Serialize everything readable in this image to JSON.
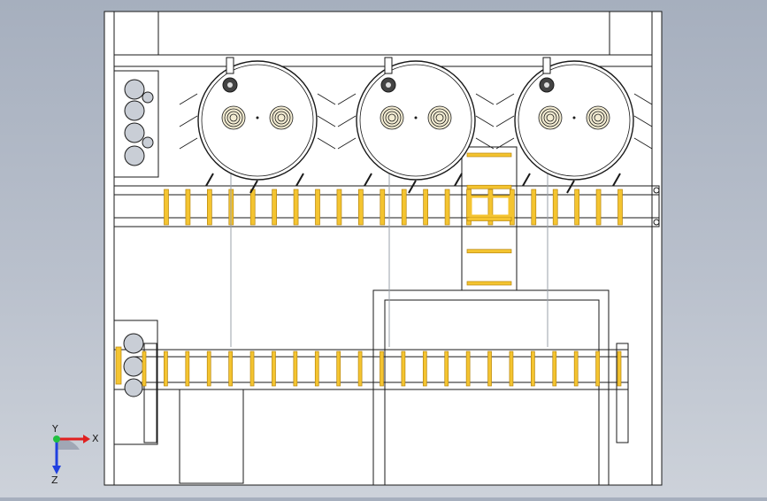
{
  "viewport": {
    "background_top": "#a6afbe",
    "background_bottom": "#cdd2da",
    "sheet_color": "#ffffff",
    "line_color": "#1a1a1a",
    "roller_color": "#f4c430",
    "roller_edge": "#b8860b",
    "tank_color": "#ffffff"
  },
  "machine": {
    "tanks": [
      {
        "id": "tank-1"
      },
      {
        "id": "tank-2"
      },
      {
        "id": "tank-3"
      }
    ],
    "upper_conveyor": {
      "roller_count": 22
    },
    "lower_conveyor": {
      "roller_count": 23
    },
    "vertical_ladder": {
      "rung_count": 5
    }
  },
  "triad": {
    "x_label": "X",
    "y_label": "Y",
    "z_label": "Z",
    "x_color": "#e02020",
    "y_color": "#20c040",
    "z_color": "#2040e0"
  }
}
